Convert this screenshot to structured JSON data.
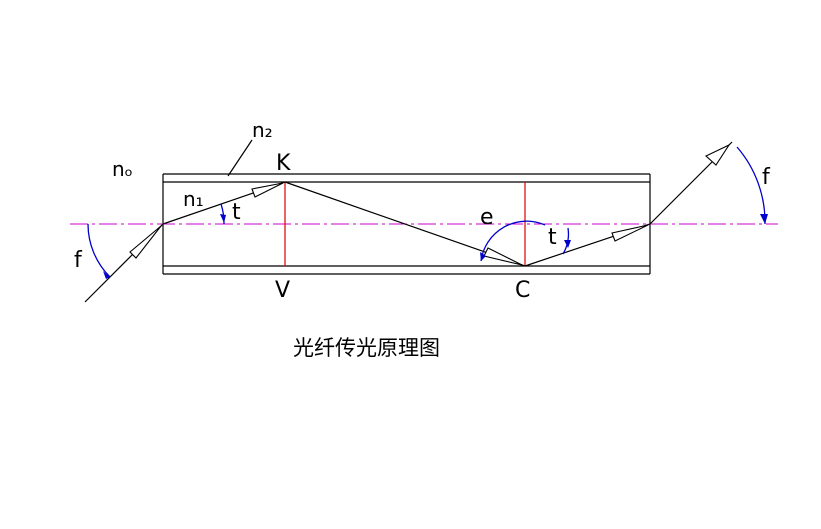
{
  "labels": {
    "n0": "nₒ",
    "n1": "n₁",
    "n2": "n₂",
    "K": "K",
    "V": "V",
    "C": "C",
    "f_left": "f",
    "f_right": "f",
    "t_left": "t",
    "t_right": "t",
    "e": "e"
  },
  "caption": "光纤传光原理图",
  "colors": {
    "line": "#000000",
    "axis": "#cc00cc",
    "normal": "#dd0000",
    "angle": "#0000cc"
  }
}
